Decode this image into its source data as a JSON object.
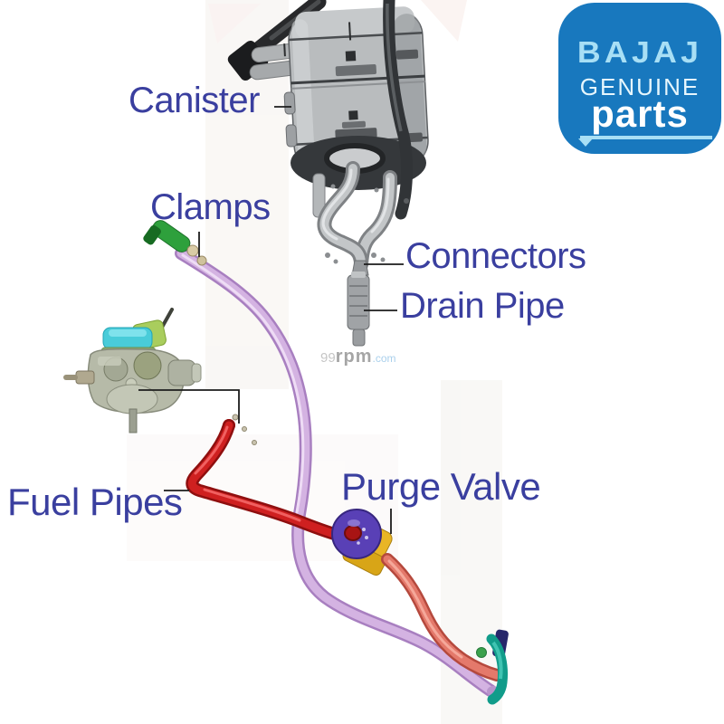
{
  "page_title": "Bajaj genuine parts - canister and purge valve diagram",
  "labels": {
    "canister": "Canister",
    "clamps": "Clamps",
    "connectors": "Connectors",
    "drain_pipe": "Drain Pipe",
    "fuel_pipes": "Fuel Pipes",
    "purge_valve": "Purge Valve"
  },
  "watermark": {
    "num": "99",
    "name": "rpm",
    "tld": ".com"
  },
  "logo": {
    "brand": "BAJAJ",
    "line2": "GENUINE",
    "line3": "parts"
  },
  "colors": {
    "label_text": "#3a3f9f",
    "logo_blue": "#1878be",
    "logo_light_blue": "#a8dff5",
    "canister_grey": "#b9bcbe",
    "evap_pipe_purple": "#d4b3e2",
    "fuel_pipe_red": "#cf2020",
    "purge_valve_purple": "#5940b6",
    "purge_valve_connector_yellow": "#e9b525",
    "outlet_pipe_salmon": "#e4796b",
    "fitting_green": "#2ea03c",
    "connector_teal": "#119c8a"
  }
}
